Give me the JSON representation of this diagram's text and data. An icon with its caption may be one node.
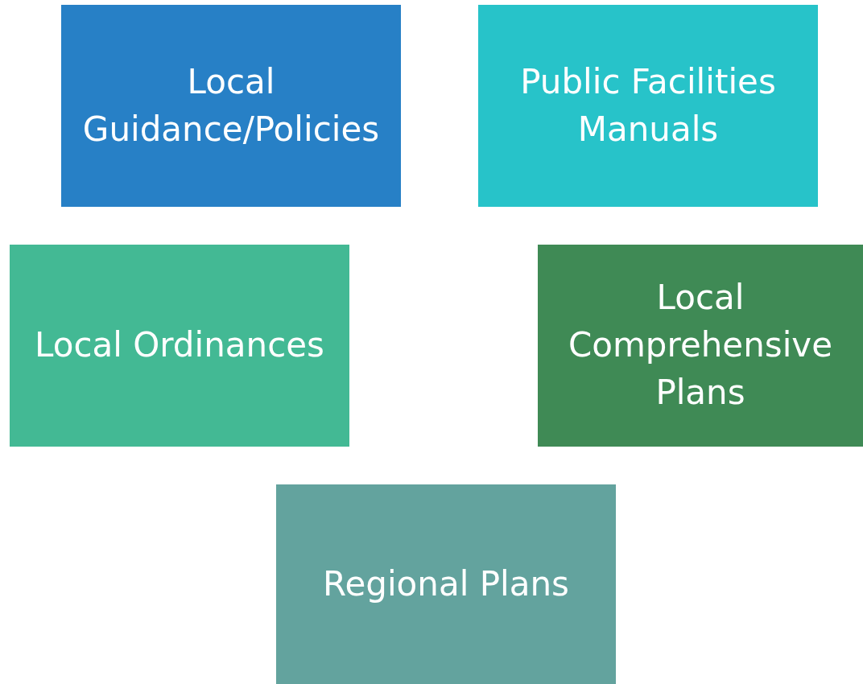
{
  "diagram": {
    "nodes": [
      {
        "text": [
          "Local Guidance/Policies"
        ]
      },
      {
        "text": [
          "Public Facilities Manuals"
        ]
      },
      {
        "text": [
          "Local Ordinances"
        ]
      },
      {
        "text": [
          "Local Comprehensive Plans"
        ]
      },
      {
        "text": [
          "Regional Plans"
        ]
      }
    ]
  }
}
